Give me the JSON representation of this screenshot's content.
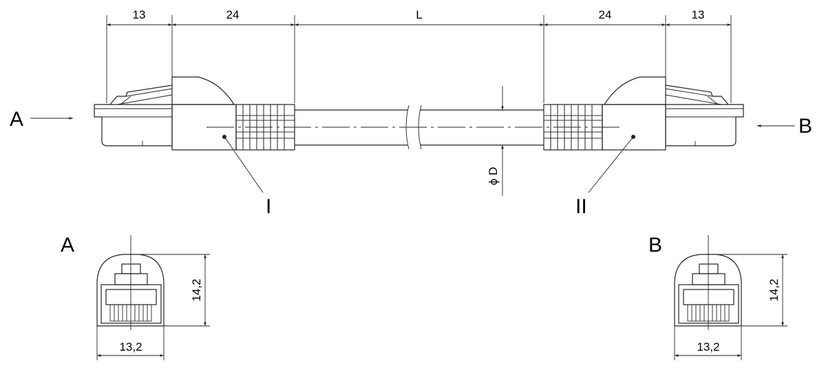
{
  "dimensions": {
    "left_latch": "13",
    "left_boot": "24",
    "cable_length": "L",
    "right_boot": "24",
    "right_latch": "13",
    "diameter": "ϕ D",
    "height": "14,2",
    "width": "13,2"
  },
  "views": {
    "arrow_a": "A",
    "arrow_b": "B",
    "callout_left": "I",
    "callout_right": "II",
    "front_view_a": "A",
    "front_view_b": "B"
  },
  "colors": {
    "line": "#222222",
    "background": "#ffffff"
  }
}
